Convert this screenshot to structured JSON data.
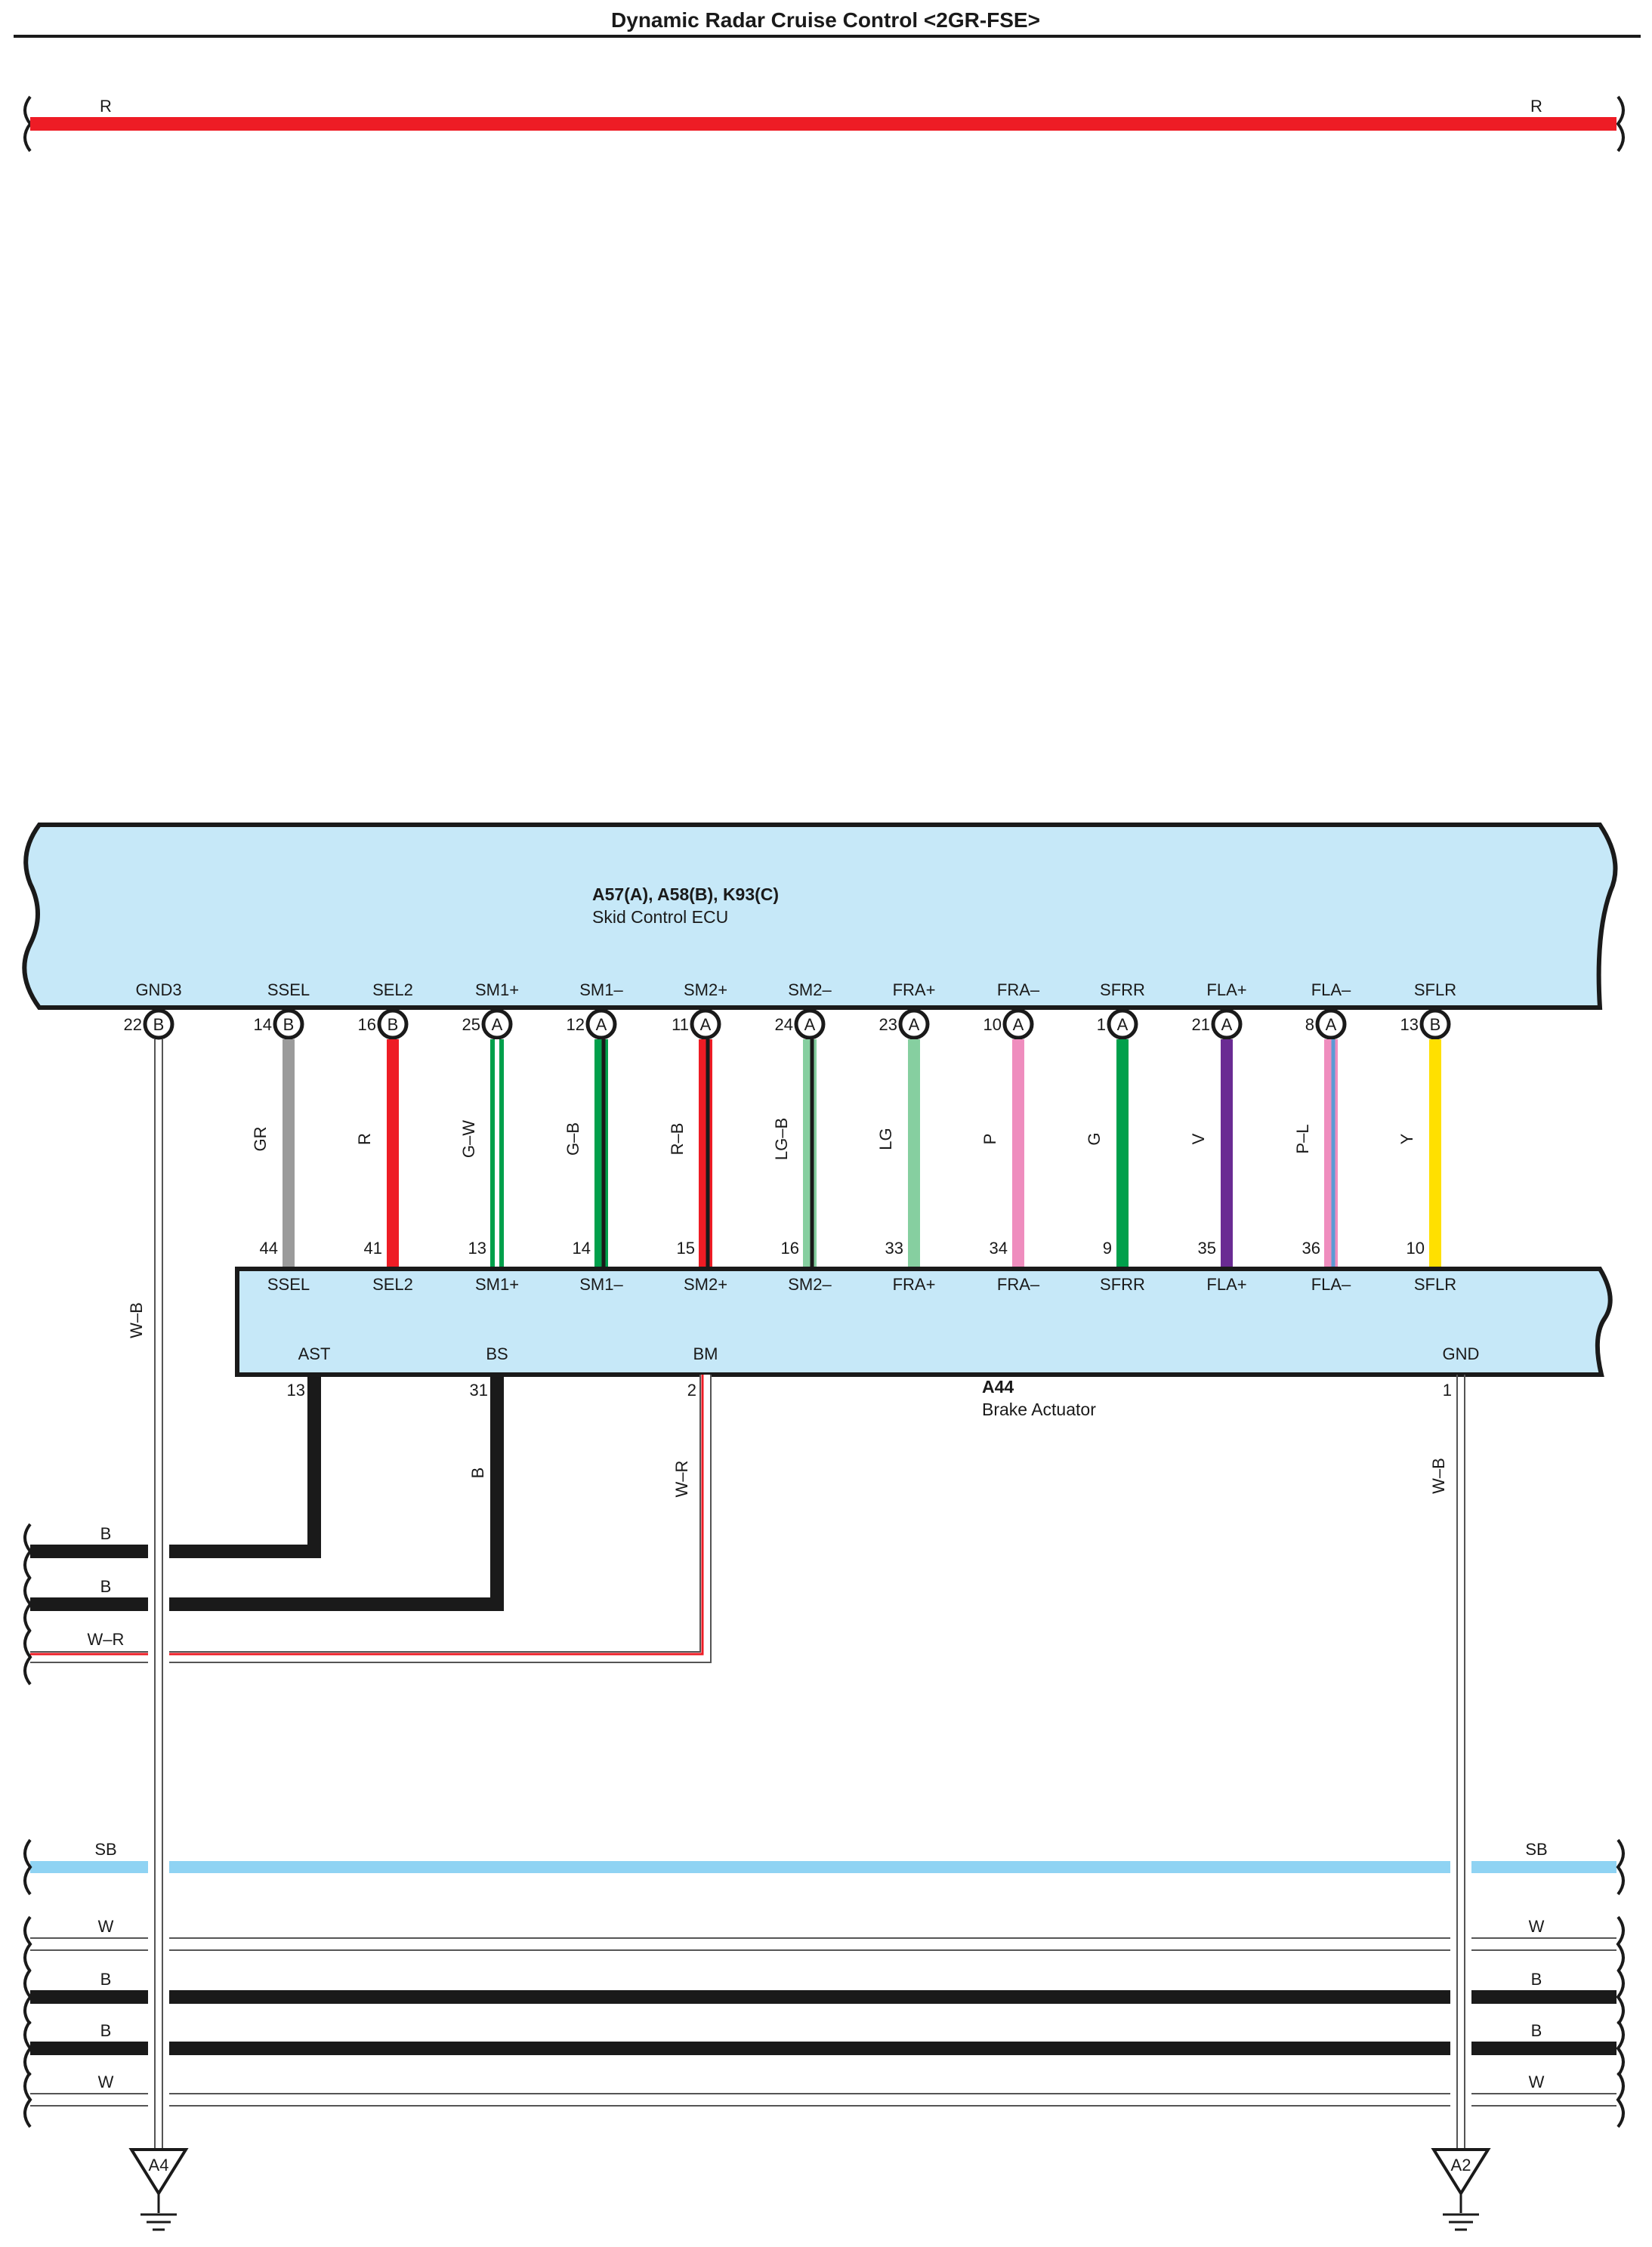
{
  "title": "Dynamic Radar Cruise Control <2GR-FSE>",
  "colors": {
    "R": "#ee1c25",
    "B": "#1a1a1a",
    "GR": "#9b9b9b",
    "G": "#00a04b",
    "LG": "#86cfa0",
    "P": "#ef8dbe",
    "V": "#6a2b93",
    "Y": "#ffe000",
    "SB": "#8fd3f3",
    "W": "#ffffff",
    "L": "#5b9bd5",
    "ecu_fill": "#c6e8f8"
  },
  "top_wire": {
    "left_label": "R",
    "right_label": "R"
  },
  "ecu": {
    "code": "A57(A), A58(B), K93(C)",
    "name": "Skid Control ECU",
    "pins": [
      {
        "name": "GND3",
        "pin": "22",
        "conn": "B"
      },
      {
        "name": "SSEL",
        "pin": "14",
        "conn": "B"
      },
      {
        "name": "SEL2",
        "pin": "16",
        "conn": "B"
      },
      {
        "name": "SM1+",
        "pin": "25",
        "conn": "A"
      },
      {
        "name": "SM1–",
        "pin": "12",
        "conn": "A"
      },
      {
        "name": "SM2+",
        "pin": "11",
        "conn": "A"
      },
      {
        "name": "SM2–",
        "pin": "24",
        "conn": "A"
      },
      {
        "name": "FRA+",
        "pin": "23",
        "conn": "A"
      },
      {
        "name": "FRA–",
        "pin": "10",
        "conn": "A"
      },
      {
        "name": "SFRR",
        "pin": "1",
        "conn": "A"
      },
      {
        "name": "FLA+",
        "pin": "21",
        "conn": "A"
      },
      {
        "name": "FLA–",
        "pin": "8",
        "conn": "A"
      },
      {
        "name": "SFLR",
        "pin": "13",
        "conn": "B"
      }
    ]
  },
  "wires": [
    {
      "color": "GR",
      "act_pin": "44"
    },
    {
      "color": "R",
      "act_pin": "41"
    },
    {
      "color": "G–W",
      "act_pin": "13"
    },
    {
      "color": "G–B",
      "act_pin": "14"
    },
    {
      "color": "R–B",
      "act_pin": "15"
    },
    {
      "color": "LG–B",
      "act_pin": "16"
    },
    {
      "color": "LG",
      "act_pin": "33"
    },
    {
      "color": "P",
      "act_pin": "34"
    },
    {
      "color": "G",
      "act_pin": "9"
    },
    {
      "color": "V",
      "act_pin": "35"
    },
    {
      "color": "P–L",
      "act_pin": "36"
    },
    {
      "color": "Y",
      "act_pin": "10"
    }
  ],
  "actuator": {
    "code": "A44",
    "name": "Brake Actuator",
    "top_pins": [
      "SSEL",
      "SEL2",
      "SM1+",
      "SM1–",
      "SM2+",
      "SM2–",
      "FRA+",
      "FRA–",
      "SFRR",
      "FLA+",
      "FLA–",
      "SFLR"
    ],
    "bottom_pins": [
      {
        "name": "AST",
        "pin": "13"
      },
      {
        "name": "BS",
        "pin": "31"
      },
      {
        "name": "BM",
        "pin": "2"
      },
      {
        "name": "GND",
        "pin": "1"
      }
    ]
  },
  "labels": {
    "gnd3_wire": "W–B",
    "gnd_wire": "W–B",
    "bs_wire": "B",
    "bm_wire": "W–R"
  },
  "left_feeds": [
    {
      "label": "B"
    },
    {
      "label": "B"
    },
    {
      "label": "W–R"
    }
  ],
  "buses": [
    {
      "color": "SB",
      "left_label": "SB",
      "right_label": "SB"
    },
    {
      "color": "W",
      "left_label": "W",
      "right_label": "W"
    },
    {
      "color": "B",
      "left_label": "B",
      "right_label": "B"
    },
    {
      "color": "B",
      "left_label": "B",
      "right_label": "B"
    },
    {
      "color": "W",
      "left_label": "W",
      "right_label": "W"
    }
  ],
  "grounds": [
    {
      "label": "A4"
    },
    {
      "label": "A2"
    }
  ]
}
